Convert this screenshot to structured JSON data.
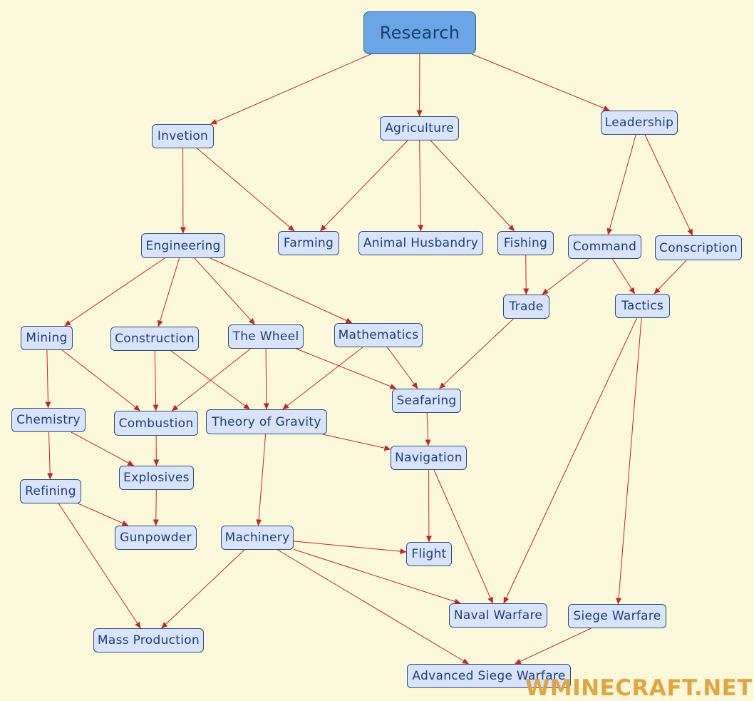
{
  "diagram": {
    "nodes": [
      {
        "id": "research",
        "label": "Research"
      },
      {
        "id": "invetion",
        "label": "Invetion"
      },
      {
        "id": "agriculture",
        "label": "Agriculture"
      },
      {
        "id": "leadership",
        "label": "Leadership"
      },
      {
        "id": "engineering",
        "label": "Engineering"
      },
      {
        "id": "farming",
        "label": "Farming"
      },
      {
        "id": "animal-husbandry",
        "label": "Animal Husbandry"
      },
      {
        "id": "fishing",
        "label": "Fishing"
      },
      {
        "id": "command",
        "label": "Command"
      },
      {
        "id": "conscription",
        "label": "Conscription"
      },
      {
        "id": "trade",
        "label": "Trade"
      },
      {
        "id": "tactics",
        "label": "Tactics"
      },
      {
        "id": "mining",
        "label": "Mining"
      },
      {
        "id": "construction",
        "label": "Construction"
      },
      {
        "id": "the-wheel",
        "label": "The Wheel"
      },
      {
        "id": "mathematics",
        "label": "Mathematics"
      },
      {
        "id": "seafaring",
        "label": "Seafaring"
      },
      {
        "id": "chemistry",
        "label": "Chemistry"
      },
      {
        "id": "combustion",
        "label": "Combustion"
      },
      {
        "id": "theory-of-gravity",
        "label": "Theory of Gravity"
      },
      {
        "id": "navigation",
        "label": "Navigation"
      },
      {
        "id": "explosives",
        "label": "Explosives"
      },
      {
        "id": "refining",
        "label": "Refining"
      },
      {
        "id": "gunpowder",
        "label": "Gunpowder"
      },
      {
        "id": "machinery",
        "label": "Machinery"
      },
      {
        "id": "flight",
        "label": "Flight"
      },
      {
        "id": "naval-warfare",
        "label": "Naval Warfare"
      },
      {
        "id": "siege-warfare",
        "label": "Siege Warfare"
      },
      {
        "id": "mass-production",
        "label": "Mass Production"
      },
      {
        "id": "advanced-siege-warfare",
        "label": "Advanced Siege Warfare"
      }
    ],
    "edges": [
      {
        "from": "research",
        "to": "invetion"
      },
      {
        "from": "research",
        "to": "agriculture"
      },
      {
        "from": "research",
        "to": "leadership"
      },
      {
        "from": "invetion",
        "to": "engineering"
      },
      {
        "from": "invetion",
        "to": "farming"
      },
      {
        "from": "agriculture",
        "to": "farming"
      },
      {
        "from": "agriculture",
        "to": "animal-husbandry"
      },
      {
        "from": "agriculture",
        "to": "fishing"
      },
      {
        "from": "leadership",
        "to": "command"
      },
      {
        "from": "leadership",
        "to": "conscription"
      },
      {
        "from": "fishing",
        "to": "trade"
      },
      {
        "from": "command",
        "to": "trade"
      },
      {
        "from": "command",
        "to": "tactics"
      },
      {
        "from": "conscription",
        "to": "tactics"
      },
      {
        "from": "engineering",
        "to": "mining"
      },
      {
        "from": "engineering",
        "to": "construction"
      },
      {
        "from": "engineering",
        "to": "the-wheel"
      },
      {
        "from": "engineering",
        "to": "mathematics"
      },
      {
        "from": "mining",
        "to": "chemistry"
      },
      {
        "from": "mining",
        "to": "combustion"
      },
      {
        "from": "construction",
        "to": "combustion"
      },
      {
        "from": "construction",
        "to": "theory-of-gravity"
      },
      {
        "from": "the-wheel",
        "to": "combustion"
      },
      {
        "from": "the-wheel",
        "to": "theory-of-gravity"
      },
      {
        "from": "the-wheel",
        "to": "seafaring"
      },
      {
        "from": "mathematics",
        "to": "theory-of-gravity"
      },
      {
        "from": "mathematics",
        "to": "seafaring"
      },
      {
        "from": "trade",
        "to": "seafaring"
      },
      {
        "from": "seafaring",
        "to": "navigation"
      },
      {
        "from": "theory-of-gravity",
        "to": "navigation"
      },
      {
        "from": "theory-of-gravity",
        "to": "machinery"
      },
      {
        "from": "chemistry",
        "to": "refining"
      },
      {
        "from": "chemistry",
        "to": "explosives"
      },
      {
        "from": "combustion",
        "to": "explosives"
      },
      {
        "from": "explosives",
        "to": "gunpowder"
      },
      {
        "from": "refining",
        "to": "gunpowder"
      },
      {
        "from": "refining",
        "to": "mass-production"
      },
      {
        "from": "machinery",
        "to": "mass-production"
      },
      {
        "from": "machinery",
        "to": "flight"
      },
      {
        "from": "machinery",
        "to": "naval-warfare"
      },
      {
        "from": "machinery",
        "to": "advanced-siege-warfare"
      },
      {
        "from": "navigation",
        "to": "flight"
      },
      {
        "from": "navigation",
        "to": "naval-warfare"
      },
      {
        "from": "tactics",
        "to": "naval-warfare"
      },
      {
        "from": "tactics",
        "to": "siege-warfare"
      },
      {
        "from": "siege-warfare",
        "to": "advanced-siege-warfare"
      }
    ]
  },
  "watermark": "WMINECRAFT.NET",
  "colors": {
    "background": "#fbf9d9",
    "node_fill": "#d7e4fb",
    "root_fill": "#6aa6e6",
    "node_text": "#1d3f7a",
    "edge": "#c0282a",
    "watermark": "#e2a13a"
  }
}
